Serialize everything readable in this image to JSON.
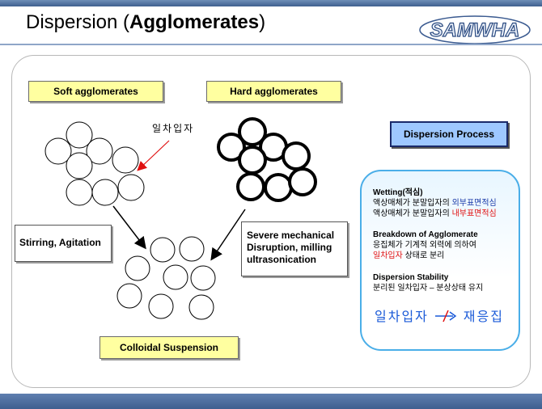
{
  "title": {
    "normal": "Dispersion (",
    "bold": "Agglomerates",
    "close": ")"
  },
  "logo": {
    "text": "SAMWHA"
  },
  "labels": {
    "soft": "Soft agglomerates",
    "hard": "Hard agglomerates",
    "primary_particle": "일차입자",
    "stirring": "Stirring, Agitation",
    "severe_line1": "Severe mechanical",
    "severe_line2": "Disruption, milling",
    "severe_line3": "ultrasonication",
    "colloidal": "Colloidal Suspension",
    "process_button": "Dispersion Process"
  },
  "info": {
    "wetting_title": "Wetting(적심)",
    "wetting_line1_prefix": "액상매체가 분말입자의 ",
    "wetting_line1_highlight": "외부표면적심",
    "wetting_line2_prefix": "액상매체가 분말입자의 ",
    "wetting_line2_highlight": "내부표면적심",
    "breakdown_title": "Breakdown of Agglomerate",
    "breakdown_line1": "응집체가 기계적 외력에 의하여",
    "breakdown_line2_highlight": "일차입자",
    "breakdown_line2_suffix": " 상태로 분리",
    "stability_title": "Dispersion Stability",
    "stability_line1": "분리된 일차입자 – 분상상태 유지",
    "reagg_left": "일차입자",
    "reagg_right": "재응집"
  },
  "colors": {
    "yellow_box": "#ffffa0",
    "process_button": "#9ec8ff",
    "info_border": "#4aaee8",
    "highlight_blue": "#1a3aa8",
    "highlight_red": "#e01010",
    "arrow_red": "#e01010"
  }
}
